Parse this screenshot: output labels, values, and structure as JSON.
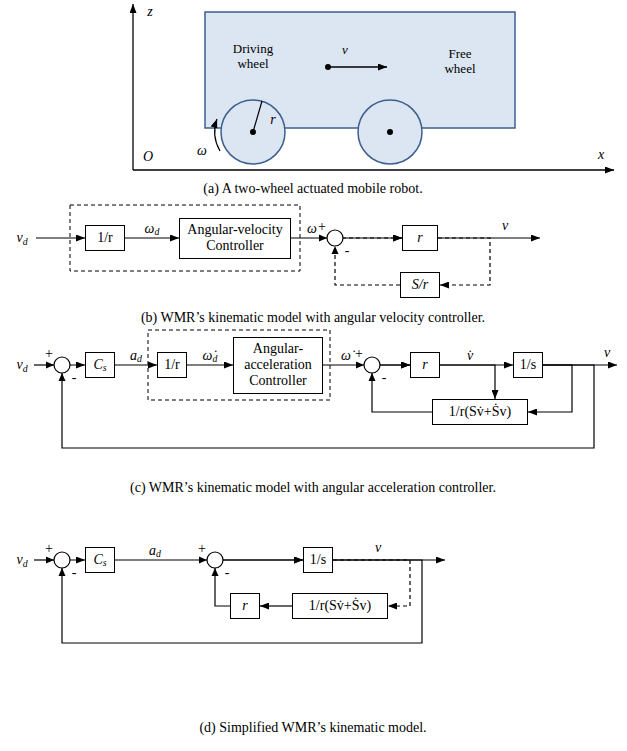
{
  "diagram": {
    "nodes": [
      {
        "text": [
          "Driving wheel",
          "v",
          "Free wheel"
        ]
      },
      {
        "text": [
          "1/r"
        ]
      },
      {
        "text": [
          "Angular-velocity Controller"
        ]
      },
      {
        "text": [
          "r"
        ]
      },
      {
        "text": [
          "S/r"
        ]
      },
      {
        "text": [
          "Cs"
        ]
      },
      {
        "text": [
          "1/r"
        ]
      },
      {
        "text": [
          "Angular-acceleration Controller"
        ]
      },
      {
        "text": [
          "r"
        ]
      },
      {
        "text": [
          "1/s"
        ]
      },
      {
        "text": [
          "1/r(Sv̇+Ṡv)"
        ]
      },
      {
        "text": [
          "Cs"
        ]
      },
      {
        "text": [
          "1/s"
        ]
      },
      {
        "text": [
          "1/r(Sv̇+Ṡv)"
        ]
      },
      {
        "text": [
          "r"
        ]
      }
    ],
    "edges": [
      {
        "from": 1,
        "to": 2,
        "arrow": "to",
        "label": "ωd"
      },
      {
        "from": 2,
        "to": 3,
        "arrow": "to",
        "label": "ω"
      },
      {
        "from": 3,
        "to": 4,
        "arrow": "to"
      },
      {
        "from": 4,
        "to": 3,
        "arrow": "to"
      },
      {
        "from": 5,
        "to": 6,
        "arrow": "to",
        "label": "ad"
      },
      {
        "from": 6,
        "to": 7,
        "arrow": "to",
        "label": "ω̇d"
      },
      {
        "from": 7,
        "to": 8,
        "arrow": "to",
        "label": "ω̇"
      },
      {
        "from": 8,
        "to": 9,
        "arrow": "to",
        "label": "v̇"
      },
      {
        "from": 8,
        "to": 10,
        "arrow": "to"
      },
      {
        "from": 9,
        "to": 10,
        "arrow": "to"
      },
      {
        "from": 10,
        "to": 8,
        "arrow": "to"
      },
      {
        "from": 9,
        "to": 5,
        "arrow": "to"
      },
      {
        "from": 11,
        "to": 12,
        "arrow": "to",
        "label": "ad"
      },
      {
        "from": 12,
        "to": 13,
        "arrow": "to"
      },
      {
        "from": 13,
        "to": 14,
        "arrow": "to"
      },
      {
        "from": 14,
        "to": 12,
        "arrow": "to"
      },
      {
        "from": 12,
        "to": 11,
        "arrow": "to"
      }
    ],
    "labels": [
      "z",
      "O",
      "x",
      "r",
      "ω",
      "(a) A two-wheel actuated mobile robot.",
      "vd",
      "+",
      "-",
      "v",
      "(b) WMR’s kinematic model with angular velocity controller.",
      "vd",
      "+",
      "-",
      "+",
      "-",
      "v",
      "(c) WMR’s kinematic model with angular acceleration controller.",
      "vd",
      "+",
      "-",
      "+",
      "-",
      "v",
      "(d) Simplified WMR’s kinematic model."
    ]
  }
}
